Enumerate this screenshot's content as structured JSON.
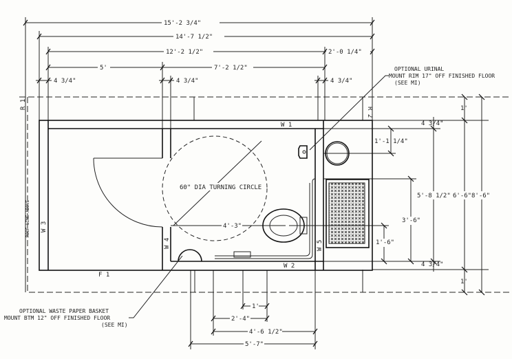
{
  "dimensions": {
    "top": [
      "15'-2 3/4\"",
      "14'-7 1/2\"",
      "12'-2 1/2\"",
      "2'-0 1/4\"",
      "5'",
      "7'-2 1/2\"",
      "4 3/4\"",
      "4 3/4\"",
      "4 3/4\""
    ],
    "right": [
      "1'",
      "4 3/4\"",
      "1'-1 1/4\"",
      "5'-8 1/2\"",
      "6'-6\"",
      "8'-6\"",
      "3'-6\"",
      "1'-6\"",
      "4 3/4\"",
      "1'"
    ],
    "bottom": [
      "1'",
      "2'-4\"",
      "4'-6 1/2\"",
      "5'-7\""
    ],
    "interior": [
      "4'-3\""
    ]
  },
  "labels": {
    "turning_circle": "60\" DIA TURNING CIRCLE",
    "roof_line": "ROOF LINE ABOVE",
    "walls": [
      "W 1",
      "W 2",
      "W 3",
      "W 4",
      "W 5",
      "F 1",
      "R 1",
      "R 2"
    ]
  },
  "notes": {
    "urinal": [
      "OPTIONAL URINAL",
      "MOUNT RIM 17\" OFF FINISHED FLOOR",
      "(SEE MI)"
    ],
    "basket": [
      "OPTIONAL WASTE PAPER BASKET",
      "MOUNT BTM 12\" OFF FINISHED FLOOR",
      "(SEE MI)"
    ]
  }
}
